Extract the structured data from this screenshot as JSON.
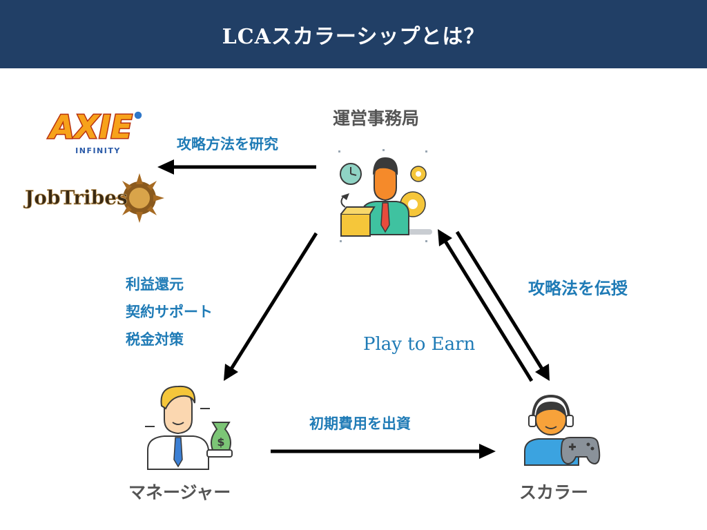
{
  "title": "LCAスカラーシップとは？",
  "nodes": {
    "office": "運営事務局",
    "manager": "マネージャー",
    "scholar": "スカラー"
  },
  "edges": {
    "research": "攻略方法を研究",
    "teach": "攻略法を伝授",
    "play": "Play to Earn",
    "invest": "初期費用を出資",
    "manager_benefits": [
      "利益還元",
      "契約サポート",
      "税金対策"
    ]
  },
  "games": {
    "axie": {
      "main": "AXIE",
      "sub": "INFINITY"
    },
    "jobtribes": "JobTribes"
  },
  "colors": {
    "header_bg": "#213f66",
    "label_blue": "#1f7bb6",
    "node_gray": "#555555",
    "arrow": "#000000"
  }
}
